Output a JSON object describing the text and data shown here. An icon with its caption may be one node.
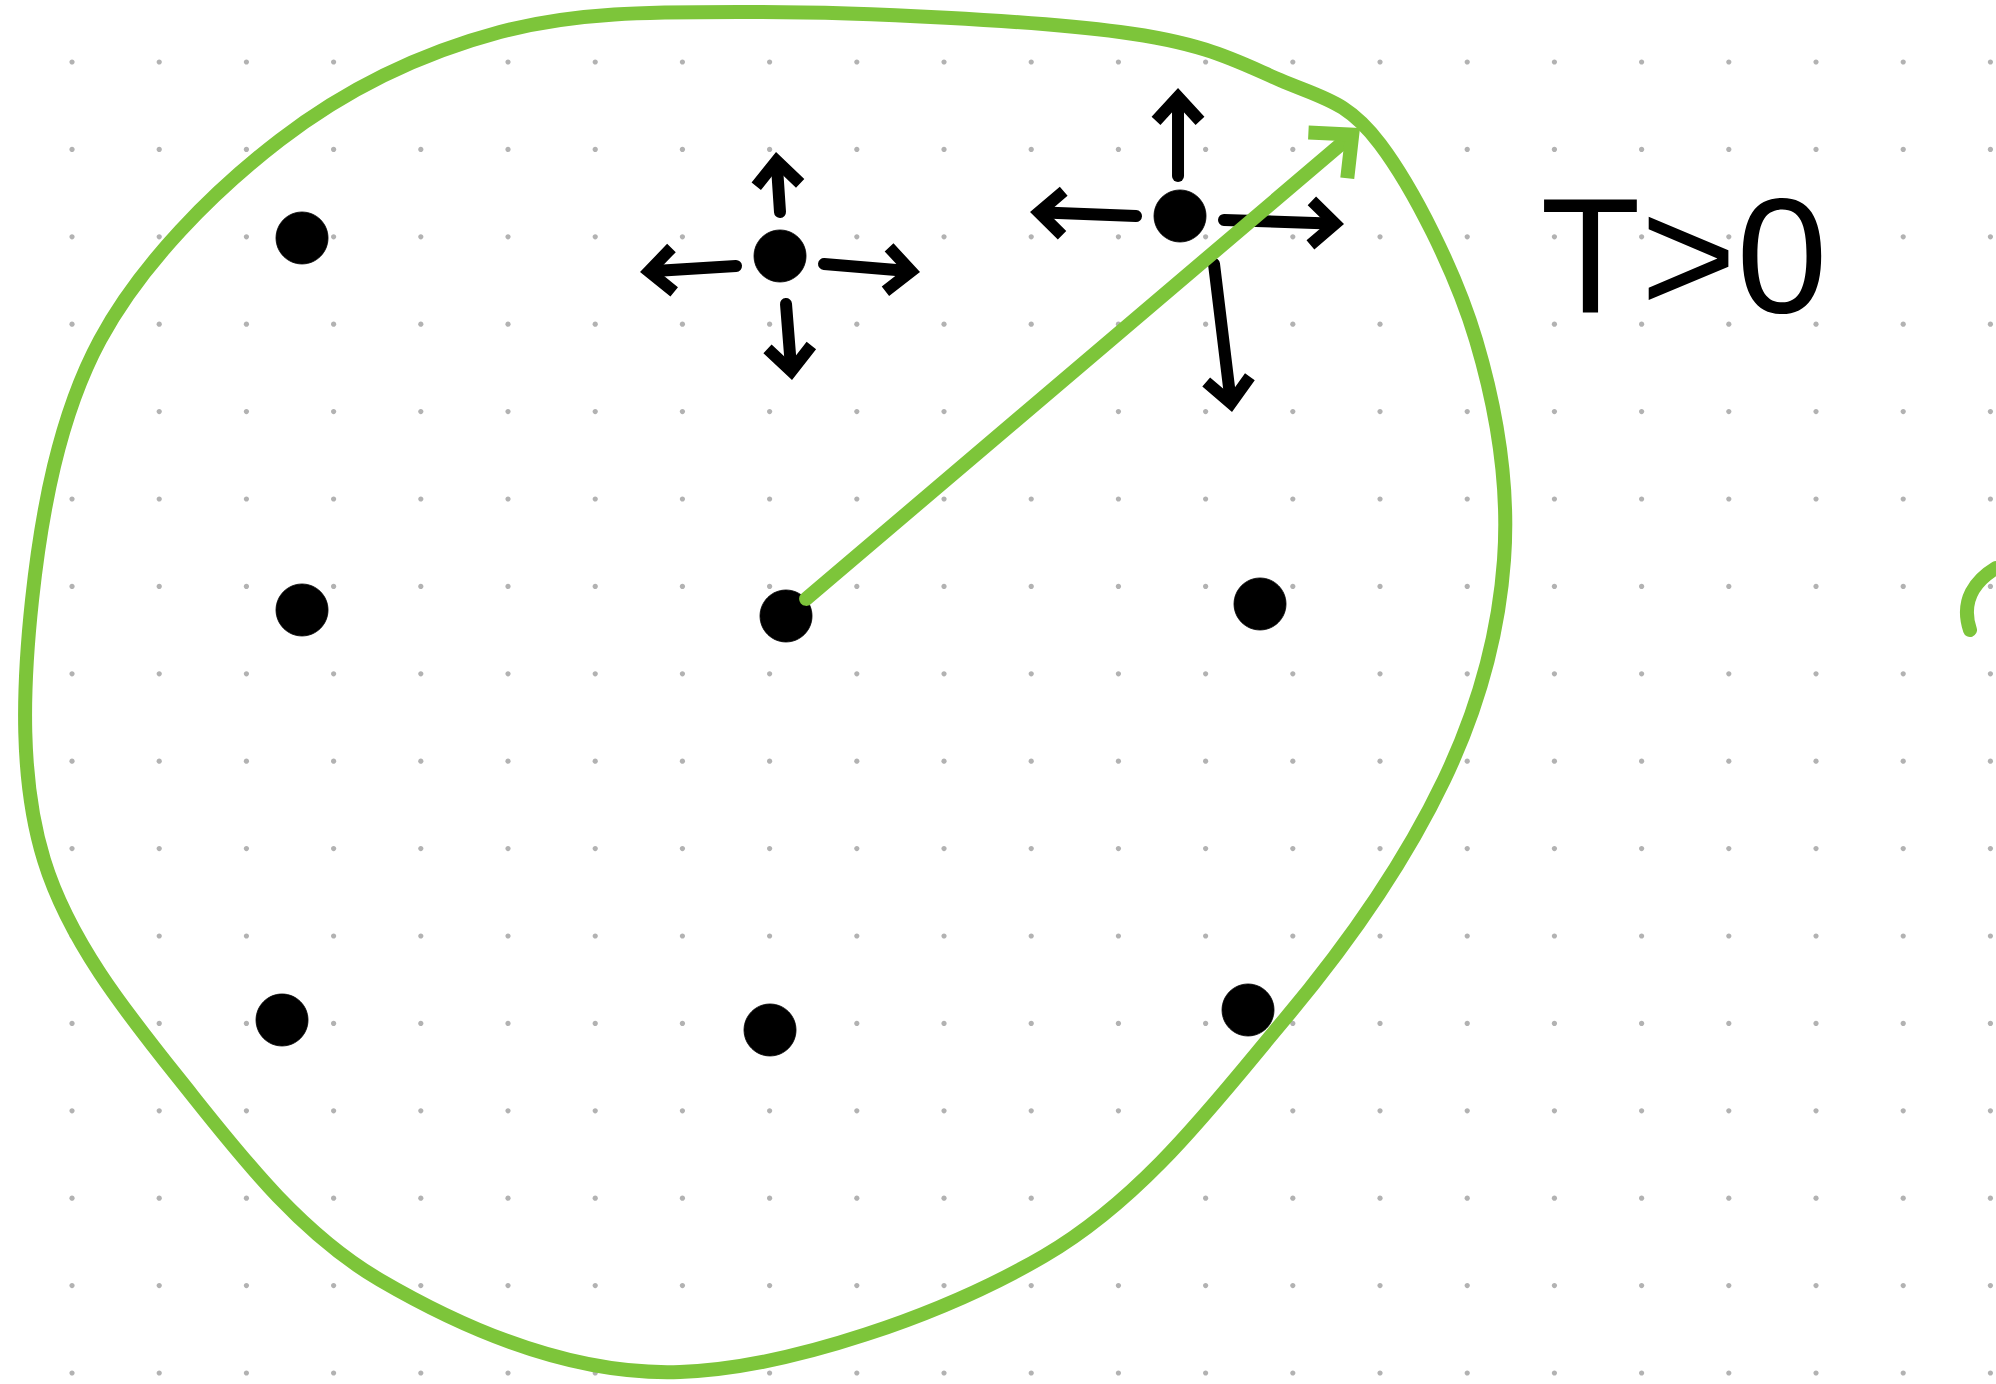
{
  "diagram": {
    "nodes": [
      {
        "text": [],
        "shape": "circle"
      },
      {
        "text": [],
        "shape": "circle",
        "in": 0
      },
      {
        "text": [],
        "shape": "circle",
        "in": 0
      },
      {
        "text": [],
        "shape": "circle",
        "in": 0
      },
      {
        "text": [],
        "shape": "circle",
        "in": 0
      },
      {
        "text": [],
        "shape": "circle",
        "in": 0
      },
      {
        "text": [],
        "shape": "circle",
        "in": 0
      },
      {
        "text": [],
        "shape": "circle",
        "in": 0
      },
      {
        "text": [],
        "shape": "circle",
        "in": 0
      },
      {
        "text": [],
        "shape": "circle",
        "in": 0
      }
    ],
    "edges": [
      {
        "from": 5,
        "to": 0,
        "arrow": "to"
      }
    ],
    "labels": [
      "T>0"
    ]
  }
}
